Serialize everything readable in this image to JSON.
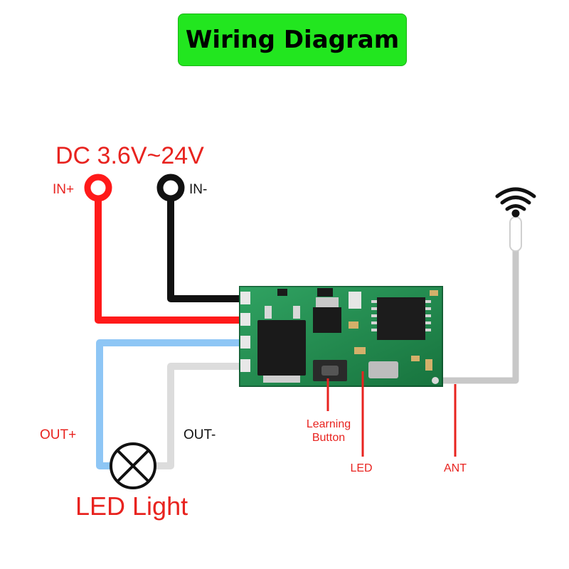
{
  "title": "Wiring Diagram",
  "power": {
    "voltage": "DC 3.6V~24V",
    "in_plus": "IN+",
    "in_minus": "IN-"
  },
  "outputs": {
    "out_plus": "OUT+",
    "out_minus": "OUT-"
  },
  "load": {
    "label": "LED Light"
  },
  "module_callouts": {
    "learning_button_line1": "Learning",
    "learning_button_line2": "Button",
    "led": "LED",
    "ant": "ANT"
  },
  "colors": {
    "title_bg": "#22e61f",
    "positive_wire": "#ff1a1a",
    "negative_wire": "#111111",
    "out_plus_wire": "#8ec6f5",
    "out_minus_wire": "#d9d9d9",
    "antenna_wire": "#c8c8c8",
    "label_red": "#e8231f",
    "pcb": "#1f8a4c"
  },
  "icons": [
    "wifi-signal-icon",
    "bulb-cross-icon",
    "terminal-ring-icon"
  ]
}
